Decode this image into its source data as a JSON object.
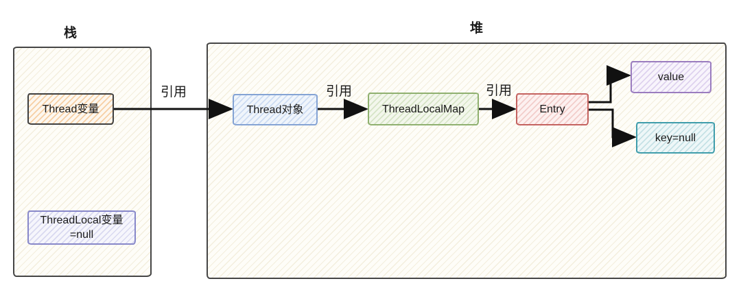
{
  "regions": {
    "stack": {
      "title": "栈"
    },
    "heap": {
      "title": "堆"
    }
  },
  "nodes": {
    "thread_var": {
      "label": "Thread变量"
    },
    "threadlocal_var": {
      "line1": "ThreadLocal变量",
      "line2": "=null"
    },
    "thread_obj": {
      "label": "Thread对象"
    },
    "threadlocal_map": {
      "label": "ThreadLocalMap"
    },
    "entry": {
      "label": "Entry"
    },
    "value": {
      "label": "value"
    },
    "key_null": {
      "label": "key=null"
    }
  },
  "edges": {
    "ref1": {
      "label": "引用"
    },
    "ref2": {
      "label": "引用"
    },
    "ref3": {
      "label": "引用"
    }
  },
  "colors": {
    "region_border": "#454545",
    "region_hatch": "#f3eedd",
    "thread_var_border": "#3f3f3f",
    "thread_var_hatch": "#f6cfa4",
    "threadlocal_var_border": "#8787c9",
    "threadlocal_var_hatch": "#d9d9f0",
    "thread_obj_border": "#84a3d4",
    "thread_obj_hatch": "#cddcf2",
    "threadlocal_map_border": "#8fb06f",
    "threadlocal_map_hatch": "#d6e4c6",
    "entry_border": "#c4625f",
    "entry_hatch": "#f2cdca",
    "value_border": "#9a7cbf",
    "value_hatch": "#ded2ee",
    "key_null_border": "#3f9dab",
    "key_null_hatch": "#c5e1e5",
    "arrow": "#111111"
  }
}
